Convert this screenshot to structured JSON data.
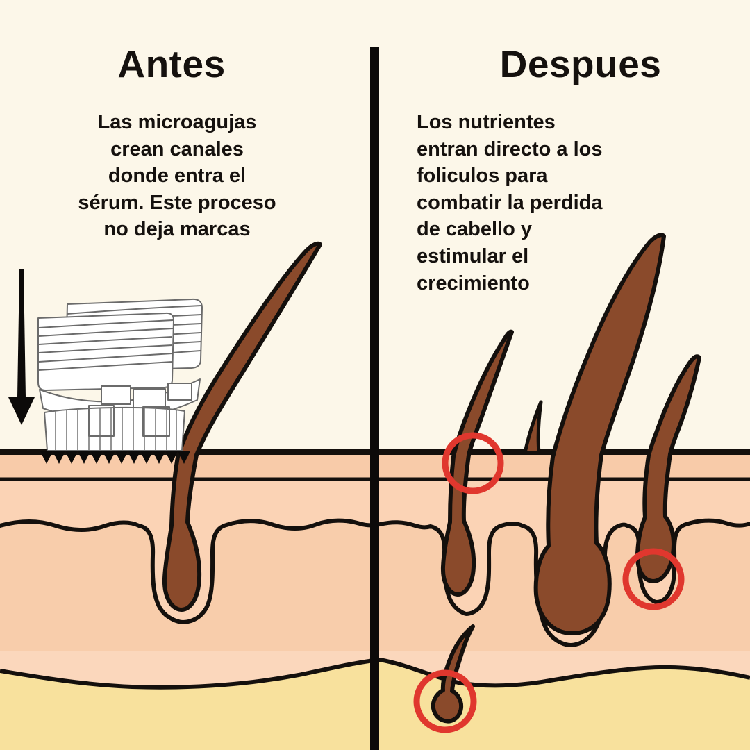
{
  "infographic": {
    "topic": "microneedling-scalp-treatment",
    "panels": {
      "before": {
        "title": "Antes",
        "description": "Las microagujas\ncrean canales\ndonde entra el\nsérum. Este proceso\nno deja marcas"
      },
      "after": {
        "title": "Despues",
        "description": "Los nutrientes\nentran directo a los\nfoliculos para\ncombatir la perdida\nde cabello y\nestimular el\ncrecimiento"
      }
    },
    "icons": [
      "down-arrow-icon",
      "derma-stamp-icon",
      "needles-icon",
      "hair-strand",
      "hair-follicle",
      "red-circle-highlight"
    ],
    "highlight_count": 3,
    "colors": {
      "background": "#FCF7E9",
      "skin_band_top": "#F8CBA9",
      "skin_band_mid": "#FBD3B5",
      "dermis": "#F8CDAB",
      "dermis_light": "#FBD7BC",
      "fat_layer": "#F8E19D",
      "hair_brown": "#8A4A2B",
      "outline": "#14100D",
      "highlight_red": "#E0372E",
      "text": "#15110E",
      "divider": "#0C0A09"
    }
  }
}
